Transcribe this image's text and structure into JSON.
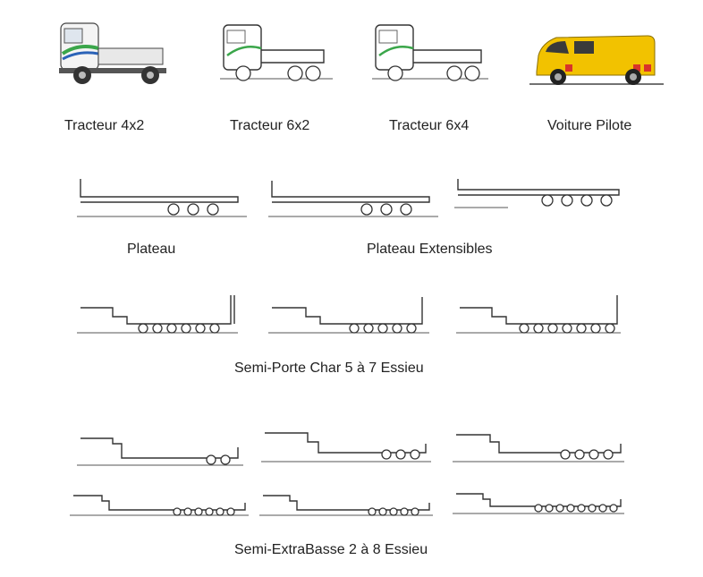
{
  "vehicles": {
    "tracteur_4x2": "Tracteur 4x2",
    "tracteur_6x2": "Tracteur  6x2",
    "tracteur_6x4": "Tracteur 6x4",
    "voiture_pilote": "Voiture Pilote"
  },
  "trailers": {
    "plateau": "Plateau",
    "plateau_extensibles": "Plateau Extensibles",
    "semi_porte_char": "Semi-Porte Char 5 à 7 Essieu",
    "semi_extrabasse": "Semi-ExtraBasse 2 à 8 Essieu"
  },
  "colors": {
    "truck_stripe_green": "#3aa64a",
    "truck_stripe_blue": "#2b63b8",
    "van_yellow": "#f2c200",
    "van_marking_red": "#d8342a"
  }
}
